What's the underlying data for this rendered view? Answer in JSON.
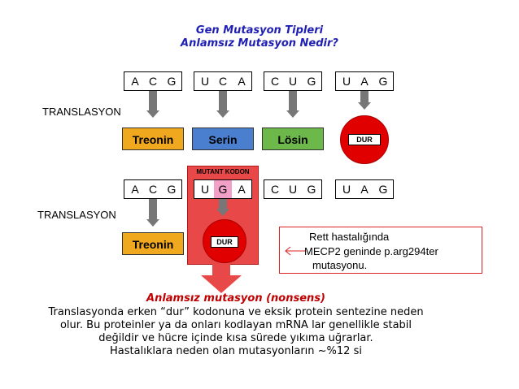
{
  "title": {
    "line1": "Gen Mutasyon Tipleri",
    "line2": "Anlamsız Mutasyon Nedir?"
  },
  "row1": {
    "codons": [
      [
        "A",
        "C",
        "G"
      ],
      [
        "U",
        "C",
        "A"
      ],
      [
        "C",
        "U",
        "G"
      ],
      [
        "U",
        "A",
        "G"
      ]
    ],
    "label": "TRANSLASYON",
    "amino_acids": [
      "Treonin",
      "Serin",
      "Lösin"
    ],
    "stop": "DUR"
  },
  "row2": {
    "mutant_label": "MUTANT KODON",
    "codons": [
      [
        "A",
        "C",
        "G"
      ],
      [
        "U",
        "G",
        "A"
      ],
      [
        "C",
        "U",
        "G"
      ],
      [
        "U",
        "A",
        "G"
      ]
    ],
    "label": "TRANSLASYON",
    "amino_acid": "Treonin",
    "stop": "DUR"
  },
  "note": {
    "line1": "Rett hastalığında",
    "line2": "MECP2 geninde p.arg294ter",
    "line3": "mutasyonu."
  },
  "bottom": {
    "heading": "Anlamsız mutasyon (nonsens)",
    "line1": "Translasyonda erken “dur” kodonuna ve eksik protein sentezine neden",
    "line2": "olur. Bu proteinler ya da onları kodlayan mRNA lar genellikle stabil",
    "line3": "değildir ve hücre içinde kısa sürede yıkıma uğrarlar.",
    "line4": "Hastalıklara neden olan mutasyonların ~%12 si"
  },
  "colors": {
    "title": "#1f1fb4",
    "treonin": "#f0a81e",
    "serin": "#4a7fd0",
    "losin": "#6db84a",
    "stop": "#e00000",
    "mutant_box": "#e84848",
    "highlight": "#f2a0c8",
    "heading": "#c00000"
  }
}
